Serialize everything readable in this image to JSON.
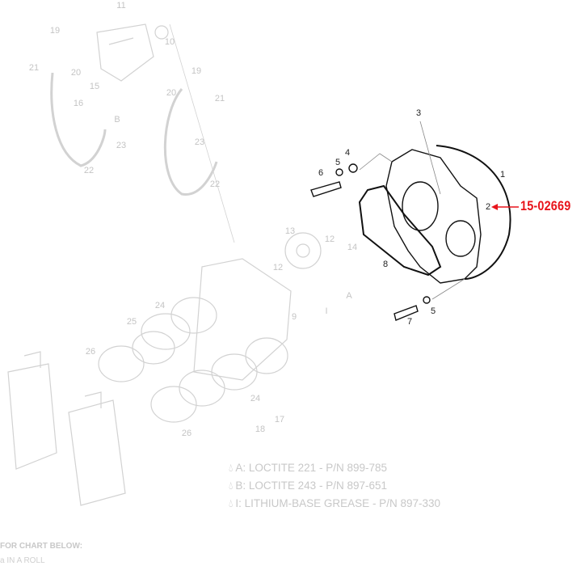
{
  "diagram": {
    "highlight_part_number": "15-02669",
    "highlight_color": "#e8141b",
    "callouts_faded": [
      "11",
      "19",
      "10",
      "21",
      "20",
      "15",
      "16",
      "B",
      "23",
      "22",
      "19",
      "20",
      "21",
      "23",
      "22",
      "13",
      "12",
      "14",
      "12",
      "A",
      "I",
      "24",
      "9",
      "25",
      "26",
      "24",
      "17",
      "18",
      "26"
    ],
    "callouts_active": [
      "3",
      "4",
      "5",
      "6",
      "1",
      "2",
      "8",
      "5",
      "7"
    ]
  },
  "legend": [
    {
      "icon": "drop-icon",
      "text": "A: LOCTITE 221 - P/N 899-785"
    },
    {
      "icon": "drop-icon",
      "text": "B: LOCTITE 243 - P/N 897-651"
    },
    {
      "icon": "drop-icon",
      "text": "I:  LITHIUM-BASE GREASE - P/N 897-330"
    }
  ],
  "notes": {
    "chart_below": "FOR CHART BELOW:",
    "roll": "a   IN A ROLL"
  }
}
